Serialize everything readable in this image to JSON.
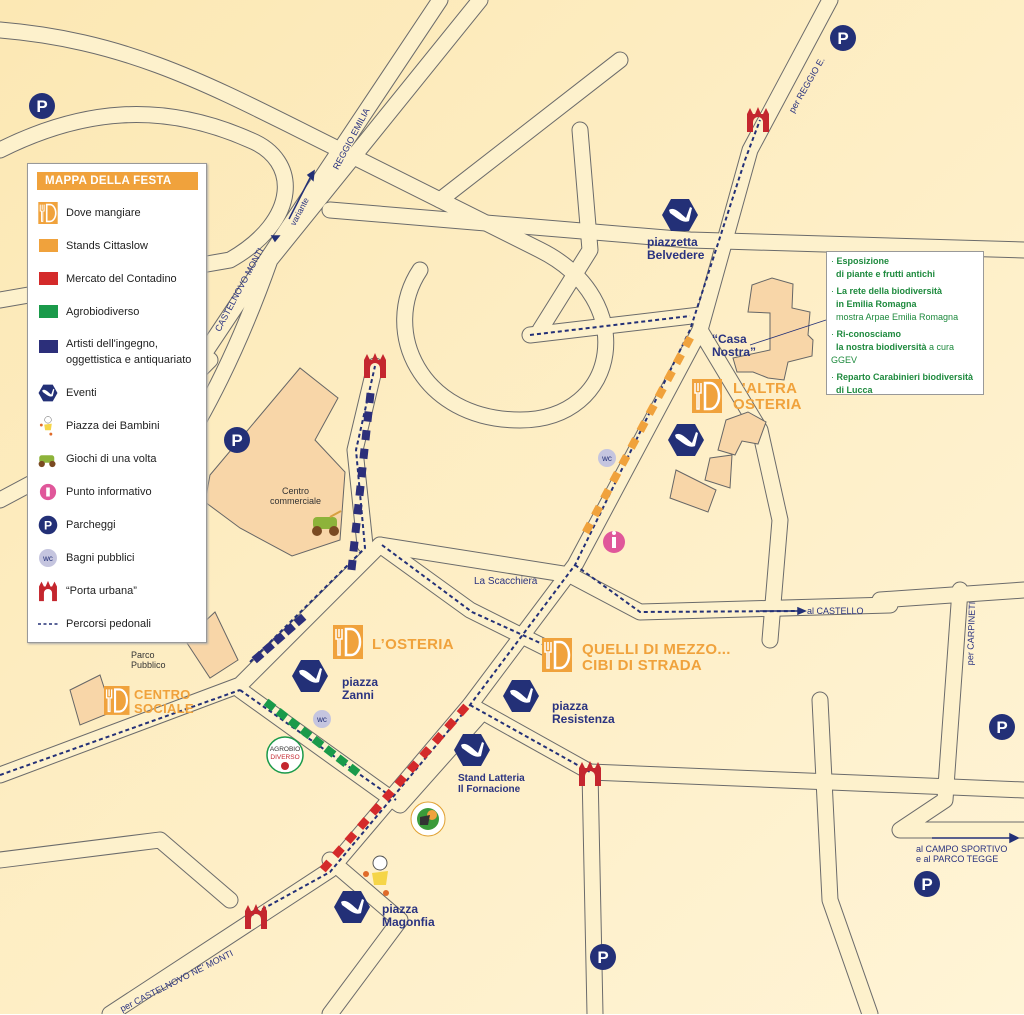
{
  "legend": {
    "title": "MAPPA DELLA FESTA",
    "items": [
      {
        "label": "Dove mangiare",
        "icon": "fork-knife-plate-icon"
      },
      {
        "label": "Stands Cittaslow",
        "color": "#f0a23c"
      },
      {
        "label": "Mercato del Contadino",
        "color": "#d42a2a"
      },
      {
        "label": "Agrobiodiverso",
        "color": "#1a9a4a"
      },
      {
        "label": "Artisti dell'ingegno,",
        "label2": "oggettistica e antiquariato",
        "color": "#2c2f7a"
      },
      {
        "label": "Eventi",
        "icon": "saxophone-hexagon-icon"
      },
      {
        "label": "Piazza dei Bambini",
        "icon": "child-icon"
      },
      {
        "label": "Giochi di una volta",
        "icon": "toy-car-icon"
      },
      {
        "label": "Punto informativo",
        "icon": "info-icon"
      },
      {
        "label": "Parcheggi",
        "icon": "parking-icon"
      },
      {
        "label": "Bagni pubblici",
        "icon": "wc-icon"
      },
      {
        "label": "“Porta urbana”",
        "icon": "gate-icon"
      },
      {
        "label": "Percorsi pedonali",
        "icon": "dashed-line-icon"
      }
    ]
  },
  "info_box": {
    "items": [
      {
        "bold": "Esposizione",
        "bold2": "di piante e frutti antichi",
        "normal": ""
      },
      {
        "bold": "La rete della biodiversità",
        "bold2": "in Emilia Romagna",
        "normal": "mostra Arpae Emilia Romagna"
      },
      {
        "bold": "Ri-conosciamo",
        "bold2": "la nostra biodiversità",
        "normal": " a cura GGEV"
      },
      {
        "bold": "Reparto Carabinieri biodiversità",
        "bold2": "di Lucca",
        "normal": ""
      }
    ]
  },
  "places": {
    "piazzetta_belvedere": [
      "piazzetta",
      "Belvedere"
    ],
    "casa_nostra": [
      "“Casa",
      "Nostra”"
    ],
    "altra_osteria": [
      "L’ALTRA",
      "OSTERIA"
    ],
    "osteria": "L’OSTERIA",
    "quelli_di_mezzo": [
      "QUELLI DI MEZZO...",
      "CIBI DI STRADA"
    ],
    "centro_sociale": [
      "CENTRO",
      "SOCIALE"
    ],
    "piazza_zanni": [
      "piazza",
      "Zanni"
    ],
    "piazza_resistenza": [
      "piazza",
      "Resistenza"
    ],
    "stand_latteria": [
      "Stand Latteria",
      "Il Fornacione"
    ],
    "piazza_magonfia": [
      "piazza",
      "Magonfia"
    ],
    "centro_commerciale": [
      "Centro",
      "commerciale"
    ],
    "parco_pubblico": [
      "Parco",
      "Pubblico"
    ],
    "la_scacchiera": "La Scacchiera",
    "agrobiodiverso_logo": "AGROBIO DIVERSO"
  },
  "roads": {
    "reggio_emilia": "REGGIO EMILIA",
    "variante": "variante",
    "castelnovo_monti": "CASTELNOVO MONTI",
    "per_reggio": "per REGGIO E.",
    "al_castello": "al CASTELLO",
    "per_carpineti": "per CARPINETI",
    "campo_sportivo": [
      "al CAMPO SPORTIVO",
      "e al PARCO TEGGE"
    ],
    "per_castelnovo": "per CASTELNOVO NE' MONTI"
  },
  "markers": {
    "parking_letter": "P",
    "wc_text": "wc",
    "info_letter": "i"
  },
  "colors": {
    "stands": "#f0a23c",
    "mercato": "#d42a2a",
    "agro": "#1a9a4a",
    "artisti": "#2c2f7a",
    "navy": "#233077",
    "orange": "#f0a23c"
  }
}
